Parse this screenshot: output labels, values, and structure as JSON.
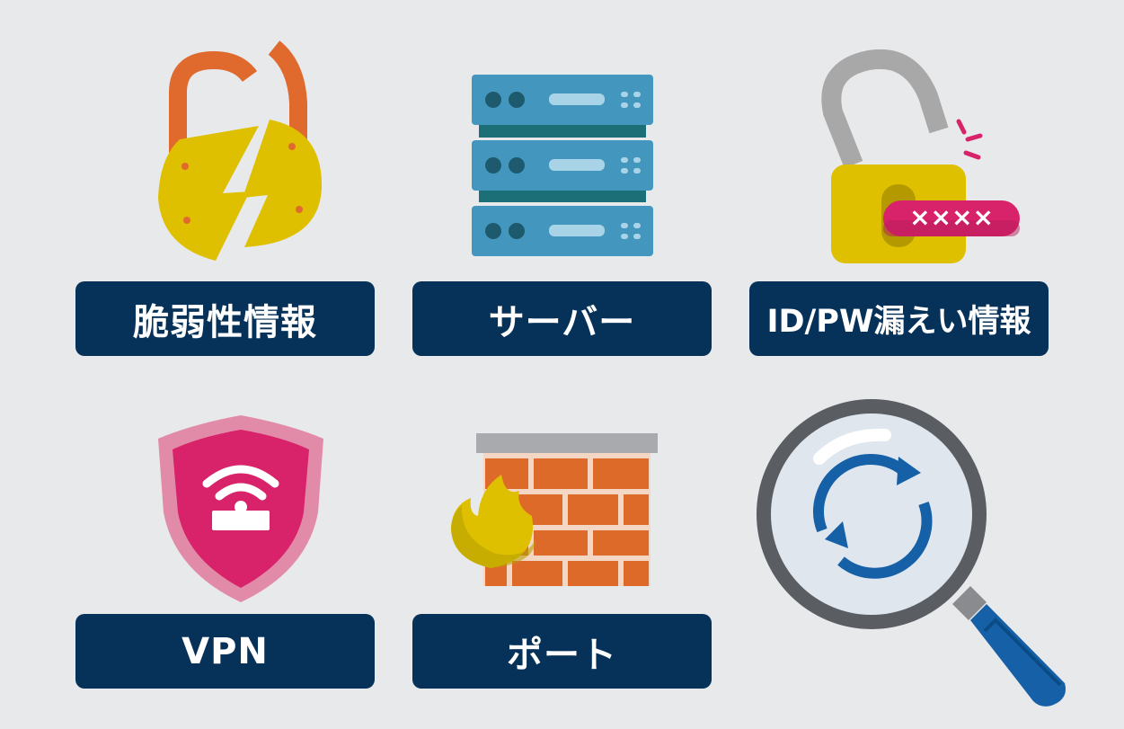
{
  "labels": {
    "vulnerability": "脆弱性情報",
    "server": "サーバー",
    "credential_leak": "ID/PW漏えい情報",
    "vpn": "VPN",
    "port": "ポート"
  },
  "icons": {
    "vulnerability": "broken-padlock-lightning-icon",
    "server": "server-rack-icon",
    "credential_leak": "open-padlock-password-icon",
    "vpn": "vpn-shield-wifi-icon",
    "port": "firewall-brick-fire-icon",
    "scan": "magnifier-refresh-icon"
  },
  "password_mask": "××××",
  "colors": {
    "background": "#e8e9eb",
    "label_bg": "#063158",
    "lock_orange": "#e0692e",
    "lock_yellow": "#dfc000",
    "server_blue": "#4397bf",
    "server_dark": "#1d6f77",
    "shield_pink": "#d8226a",
    "brick_orange": "#de6a2a",
    "magnifier_blue": "#1560a7"
  }
}
